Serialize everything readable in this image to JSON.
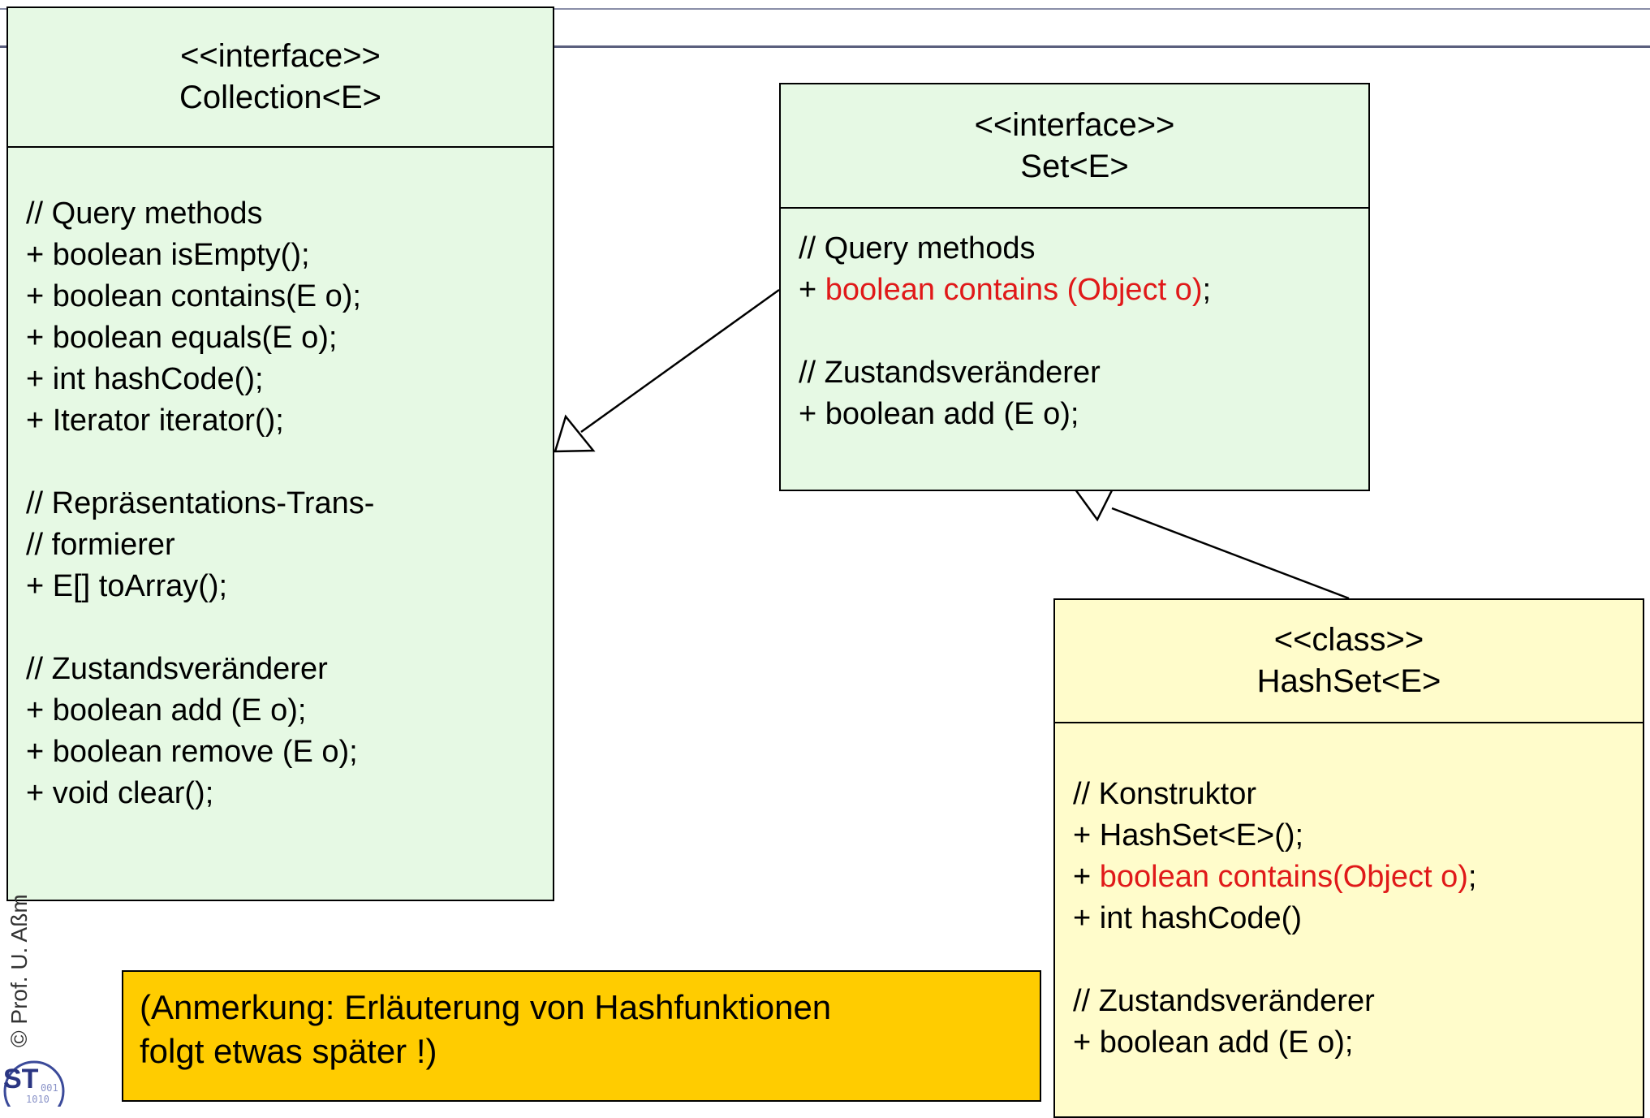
{
  "collection": {
    "stereotype": "<<interface>>",
    "name": "Collection<E>",
    "lines": [
      "// Query methods",
      "+ boolean isEmpty();",
      "+ boolean contains(E o);",
      "+ boolean equals(E o);",
      "+ int hashCode();",
      "+ Iterator iterator();",
      "",
      "// Repräsentations-Trans-",
      "// formierer",
      "+ E[] toArray();",
      "",
      "// Zustandsveränderer",
      "+ boolean add (E o);",
      "+ boolean remove (E o);",
      "+ void clear();"
    ]
  },
  "set": {
    "stereotype": "<<interface>>",
    "name": "Set<E>",
    "line1": "// Query methods",
    "line2_prefix": "+ ",
    "line2_red": "boolean contains (Object o)",
    "line2_suffix": ";",
    "line3": "// Zustandsveränderer",
    "line4": "+ boolean add (E o);"
  },
  "hashset": {
    "stereotype": "<<class>>",
    "name": "HashSet<E>",
    "line1": "// Konstruktor",
    "line2": "+ HashSet<E>();",
    "line3_prefix": "+ ",
    "line3_red": "boolean contains(Object o)",
    "line3_suffix": ";",
    "line4": "+ int hashCode()",
    "line5": "// Zustandsveränderer",
    "line6": "+ boolean add (E o);"
  },
  "note": {
    "line1": "(Anmerkung: Erläuterung von Hashfunktionen",
    "line2": "folgt etwas später !)"
  },
  "copyright": "© Prof. U. Aßm",
  "logo_text": "ST",
  "colors": {
    "interface_fill": "#e6f9e4",
    "class_fill": "#fffccb",
    "note_fill": "#ffcc00",
    "highlight": "#e01919"
  }
}
